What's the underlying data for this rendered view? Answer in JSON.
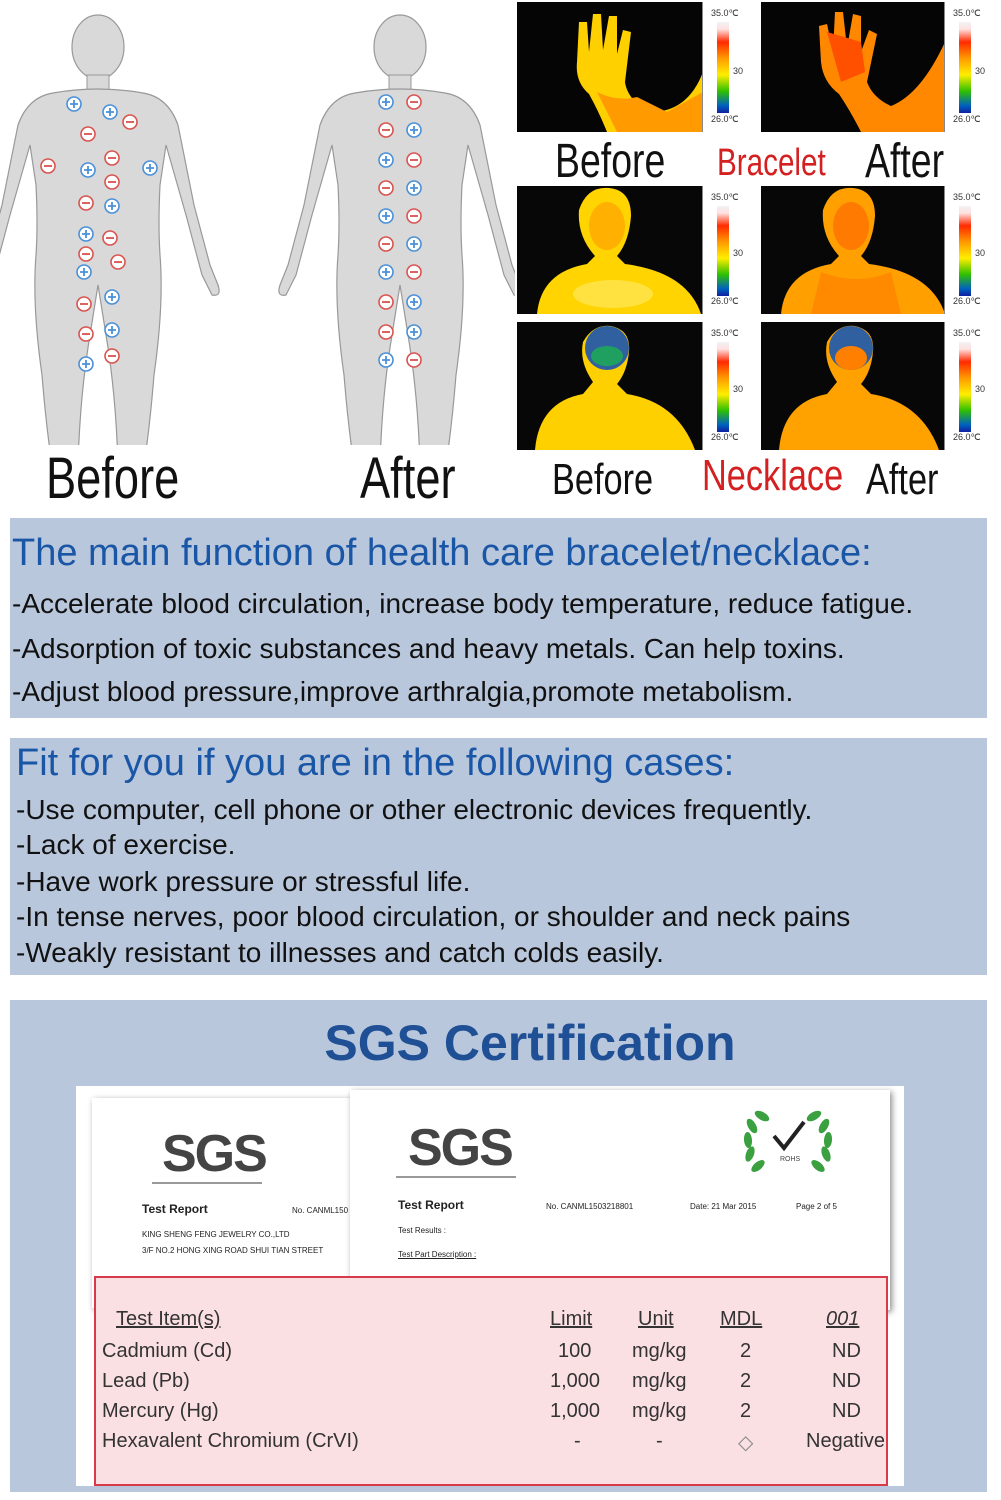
{
  "bodies": {
    "before_label": "Before",
    "after_label": "After"
  },
  "thermal": {
    "row1": {
      "before": "Before",
      "middle": "Bracelet",
      "after": "After"
    },
    "row3": {
      "before": "Before",
      "middle": "Necklace",
      "after": "After"
    },
    "scale": {
      "top": "35.0℃",
      "mid": "30",
      "bottom": "26.0℃"
    }
  },
  "function_section": {
    "title": "The main function of health care bracelet/necklace:",
    "lines": [
      "-Accelerate blood circulation, increase body temperature, reduce fatigue.",
      "-Adsorption of toxic substances and heavy metals. Can help toxins.",
      "-Adjust blood pressure,improve arthralgia,promote metabolism."
    ]
  },
  "fit_section": {
    "title": "Fit for you if you are in the following cases:",
    "lines": [
      "-Use computer, cell phone or other electronic devices frequently.",
      "-Lack of exercise.",
      "-Have work pressure or stressful life.",
      "-In tense nerves, poor blood circulation, or shoulder and neck pains",
      " -Weakly resistant to illnesses and catch colds easily."
    ]
  },
  "sgs": {
    "title": "SGS Certification",
    "logo": "SGS",
    "doc1": {
      "report": "Test Report",
      "no": "No. CANML150",
      "addr1": "KING SHENG FENG JEWELRY CO.,LTD",
      "addr2": "3/F NO.2 HONG XING ROAD SHUI TIAN STREET"
    },
    "doc2": {
      "report": "Test Report",
      "no": "No. CANML1503218801",
      "date": "Date: 21 Mar 2015",
      "page": "Page 2 of 5",
      "results": "Test Results :",
      "part": "Test Part Description :"
    },
    "rohs": "ROHS",
    "table": {
      "headers": [
        "Test Item(s)",
        "Limit",
        "Unit",
        "MDL",
        "001"
      ],
      "rows": [
        [
          "Cadmium (Cd)",
          "100",
          "mg/kg",
          "2",
          "ND"
        ],
        [
          "Lead (Pb)",
          "1,000",
          "mg/kg",
          "2",
          "ND"
        ],
        [
          "Mercury (Hg)",
          "1,000",
          "mg/kg",
          "2",
          "ND"
        ],
        [
          "Hexavalent Chromium (CrVI)",
          "-",
          "-",
          "◇",
          "Negative"
        ]
      ]
    }
  }
}
